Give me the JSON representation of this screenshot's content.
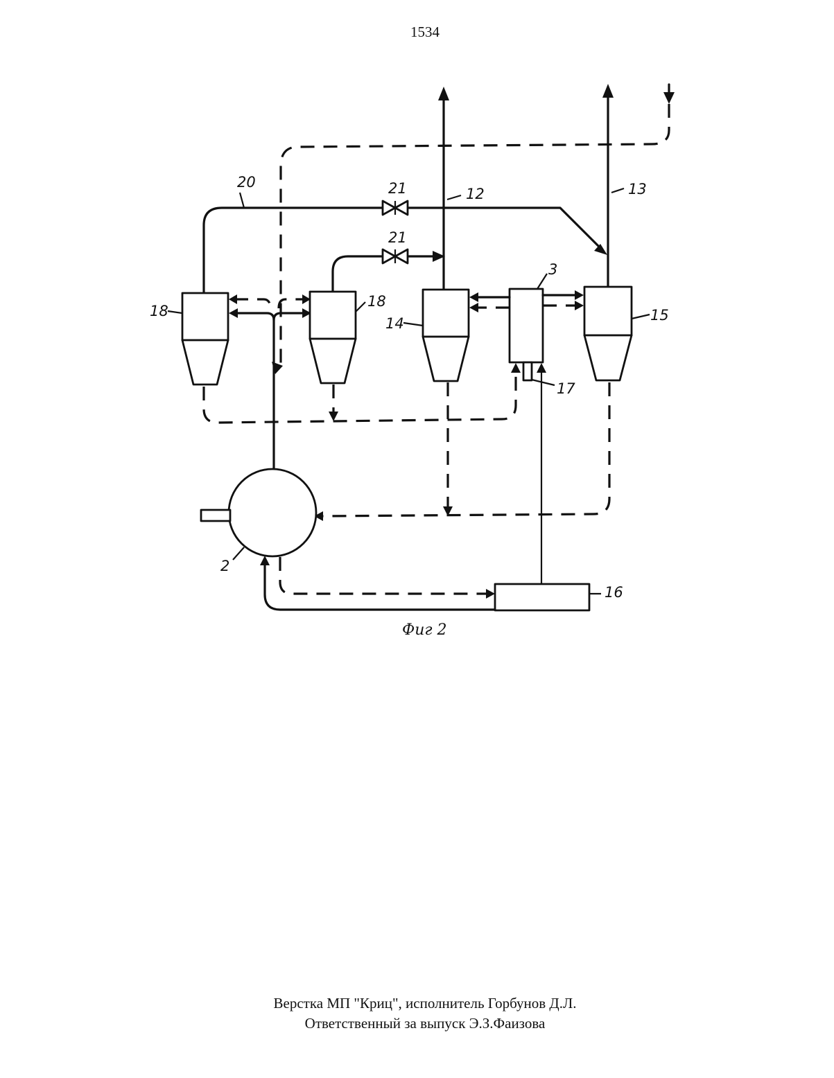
{
  "page_number": "1534",
  "figure": {
    "caption": "Фиг 2",
    "labels": {
      "n2": "2",
      "n3": "3",
      "n12": "12",
      "n13": "13",
      "n14": "14",
      "n15": "15",
      "n16": "16",
      "n17": "17",
      "n18_left": "18",
      "n18_right": "18",
      "n20": "20",
      "n21_top": "21",
      "n21_bottom": "21"
    }
  },
  "footer": {
    "line1": "Верстка МП \"Криц\", исполнитель Горбунов Д.Л.",
    "line2": "Ответственный за выпуск Э.З.Фаизова"
  }
}
